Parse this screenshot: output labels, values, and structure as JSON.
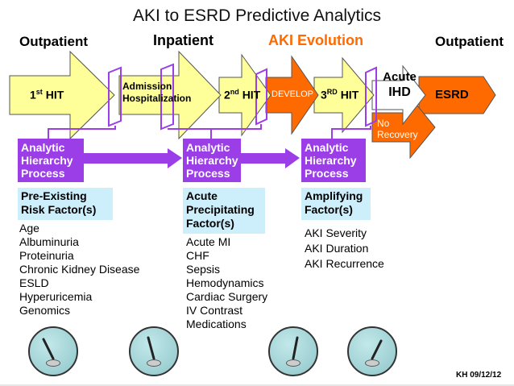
{
  "title": "AKI to ESRD Predictive Analytics",
  "phases": {
    "outpatient_left": "Outpatient",
    "inpatient": "Inpatient",
    "aki_evolution": "AKI Evolution",
    "outpatient_right": "Outpatient"
  },
  "arrows": {
    "hit1": {
      "prefix": "1",
      "sup": "st",
      "suffix": "HIT"
    },
    "admission": {
      "line1": "Admission",
      "line2": "Hospitalization"
    },
    "hit2": {
      "prefix": "2",
      "sup": "nd",
      "suffix": "HIT"
    },
    "develop": "DEVELOP",
    "hit3": {
      "prefix": "3",
      "sup": "RD",
      "suffix": "HIT"
    },
    "acute_ihd": {
      "line1": "Acute",
      "line2": "IHD"
    },
    "esrd": "ESRD",
    "no_recovery": {
      "line1": "No",
      "line2": "Recovery"
    }
  },
  "ahp": {
    "line1": "Analytic",
    "line2": "Hierarchy",
    "line3": "Process"
  },
  "columns": [
    {
      "heading": [
        "Pre-Existing",
        "Risk Factor(s)"
      ],
      "items": [
        "Age",
        "Albuminuria",
        "Proteinuria",
        "Chronic Kidney Disease",
        "ESLD",
        "Hyperuricemia",
        "Genomics"
      ]
    },
    {
      "heading": [
        "Acute",
        "Precipitating",
        "Factor(s)"
      ],
      "items": [
        "Acute MI",
        "CHF",
        "Sepsis",
        "Hemodynamics",
        "Cardiac Surgery",
        "IV Contrast",
        "Medications"
      ]
    },
    {
      "heading": [
        "Amplifying",
        "Factor(s)"
      ],
      "items": [
        "AKI Severity",
        "AKI Duration",
        "AKI Recurrence"
      ]
    }
  ],
  "footer": "KH 09/12/12",
  "colors": {
    "title": "#111111",
    "outpatient": "#000000",
    "inpatient": "#000000",
    "aki_evolution": "#ff6a00",
    "hit_arrow": "#ffff99",
    "orange_arrow": "#ff6a00",
    "ahp_purple": "#9b3ee8",
    "factor_bg": "#cdeefb",
    "gauge_fill": "#9fd0d3"
  },
  "icons": [
    "gauge-icon",
    "gauge-icon",
    "gauge-icon",
    "gauge-icon"
  ]
}
